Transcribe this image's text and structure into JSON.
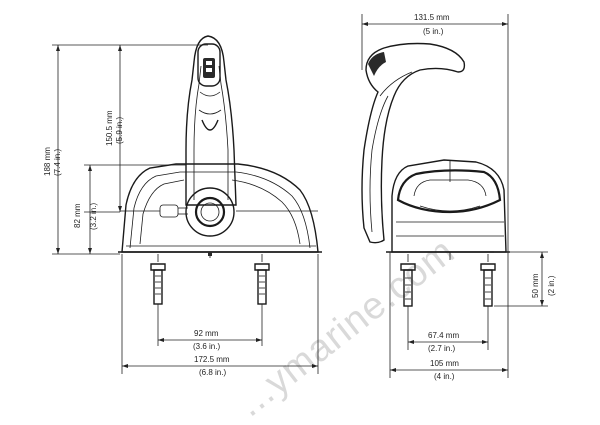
{
  "dimensions": {
    "d188_mm": "188 mm",
    "d188_in": "(7.4 in.)",
    "d150_mm": "150.5 mm",
    "d150_in": "(5.9 in.)",
    "d82_mm": "82 mm",
    "d82_in": "(3.2 in.)",
    "d92_mm": "92 mm",
    "d92_in": "(3.6 in.)",
    "d172_mm": "172.5 mm",
    "d172_in": "(6.8 in.)",
    "d131_mm": "131.5 mm",
    "d131_in": "(5 in.)",
    "d50_mm": "50 mm",
    "d50_in": "(2 in.)",
    "d67_mm": "67.4 mm",
    "d67_in": "(2.7 in.)",
    "d105_mm": "105 mm",
    "d105_in": "(4 in.)"
  },
  "watermark": "...ymarine.com",
  "colors": {
    "line": "#1a1a1a",
    "watermark": "#d9d9d9",
    "background": "#ffffff"
  }
}
